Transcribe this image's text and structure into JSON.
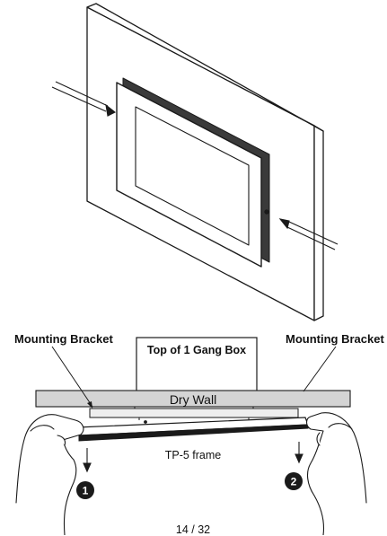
{
  "labels": {
    "mounting_bracket_left": "Mounting Bracket",
    "mounting_bracket_right": "Mounting Bracket",
    "gang_box": "Top of 1 Gang Box",
    "dry_wall": "Dry Wall",
    "frame": "TP-5 frame",
    "step_1": "1",
    "step_2": "2"
  },
  "footer": {
    "page_number": "14 / 32"
  },
  "colors": {
    "line": "#1a1a1a",
    "wall_fill": "#d4d4d4",
    "badge": "#1a1a1a"
  }
}
